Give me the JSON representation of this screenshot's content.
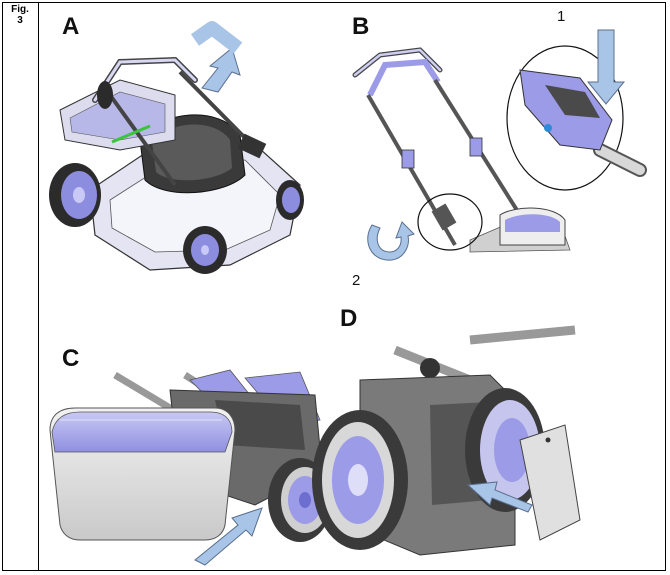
{
  "figure": {
    "label": "Fig.\n3"
  },
  "panels": {
    "a": {
      "letter": "A"
    },
    "b": {
      "letter": "B",
      "step_1": "1",
      "step_2": "2"
    },
    "c": {
      "letter": "C"
    },
    "d": {
      "letter": "D"
    }
  },
  "colors": {
    "lavender": "#9b9be8",
    "arrow_blue": "#a8c4e6",
    "grey_light": "#e6e6e6",
    "grey_mid": "#bdbdbd",
    "dark": "#2b2b2b"
  }
}
